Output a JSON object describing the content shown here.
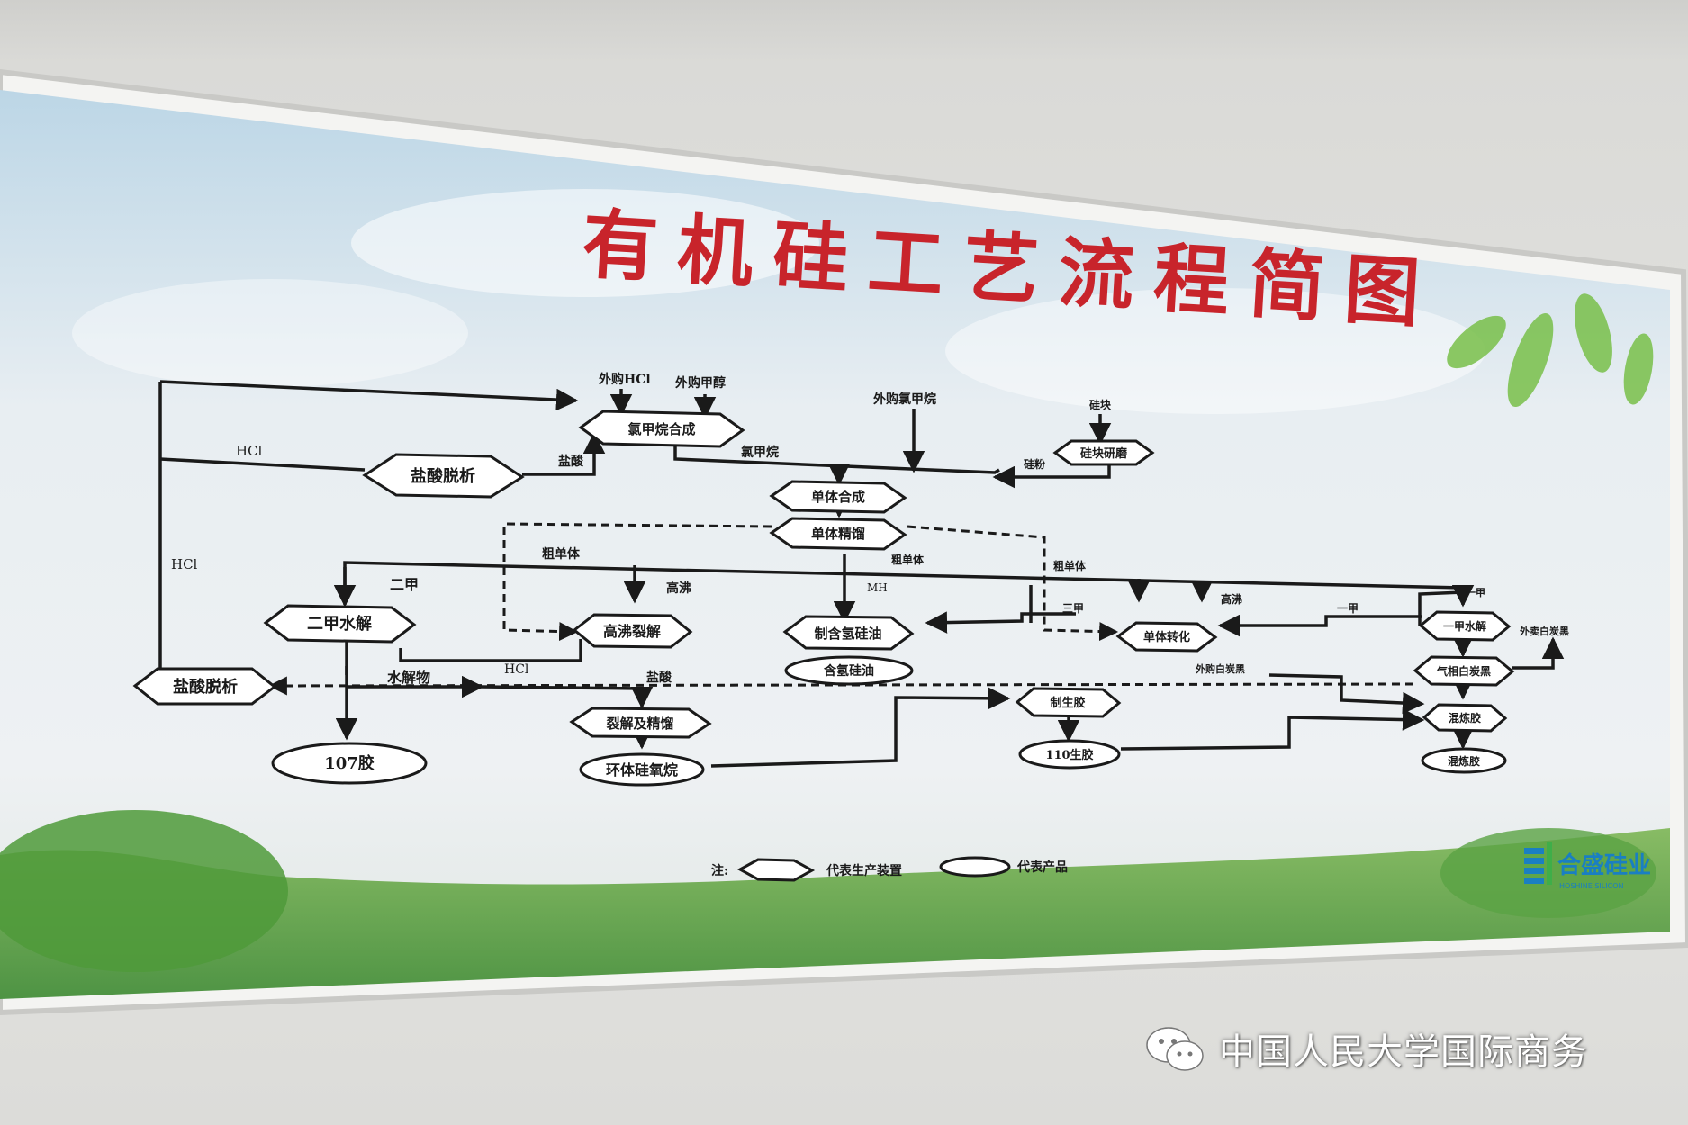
{
  "title": "有机硅工艺流程简图",
  "nodes": {
    "chloromethane_synthesis": "氯甲烷合成",
    "hcl_desorb_top": "盐酸脱析",
    "silicon_grinding": "硅块研磨",
    "monomer_synthesis": "单体合成",
    "monomer_distill": "单体精馏",
    "dimethyl_hydrolysis": "二甲水解",
    "high_boil_cracking": "高沸裂解",
    "hydrogen_oil_make": "制含氢硅油",
    "monomer_conversion": "单体转化",
    "monomethyl_hydrolysis": "一甲水解",
    "hcl_desorb_left": "盐酸脱析",
    "cracking_distill": "裂解及精馏",
    "rubber_make": "制生胶",
    "gas_silica": "气相白炭黑",
    "rubber_compound": "混炼胶",
    "product_hydrogen_oil": "含氢硅油",
    "product_107": "107胶",
    "product_cyclosiloxane": "环体硅氧烷",
    "product_110": "110生胶",
    "product_mixed": "混炼胶"
  },
  "labels": {
    "buy_hcl": "外购HCl",
    "buy_methanol": "外购甲醇",
    "buy_chloromethane": "外购氯甲烷",
    "silicon_block": "硅块",
    "hcl_1": "HCl",
    "hcl_2": "HCl",
    "hcl_3": "HCl",
    "hydrochloric_1": "盐酸",
    "hydrochloric_2": "盐酸",
    "chloromethane": "氯甲烷",
    "silicon_powder": "硅粉",
    "crude_monomer_1": "粗单体",
    "crude_monomer_2": "粗单体",
    "crude_monomer_3": "粗单体",
    "dimethyl": "二甲",
    "high_boil_1": "高沸",
    "high_boil_2": "高沸",
    "mh": "MH",
    "trimethyl": "三甲",
    "monomethyl_1": "一甲",
    "monomethyl_2": "一甲",
    "hydrolysate": "水解物",
    "buy_silica": "外购白炭黑",
    "outsource_silica": "外卖白炭黑"
  },
  "legend": {
    "prefix": "注:",
    "device": "代表生产装置",
    "product": "代表产品"
  },
  "logo": {
    "name": "合盛硅业",
    "subtitle": "HOSHINE SILICON"
  },
  "watermark": "中国人民大学国际商务",
  "colors": {
    "title": "#c8242b",
    "line": "#1a1a1a",
    "board_bg": "#e9edf1",
    "logo": "#1a7fc2"
  }
}
